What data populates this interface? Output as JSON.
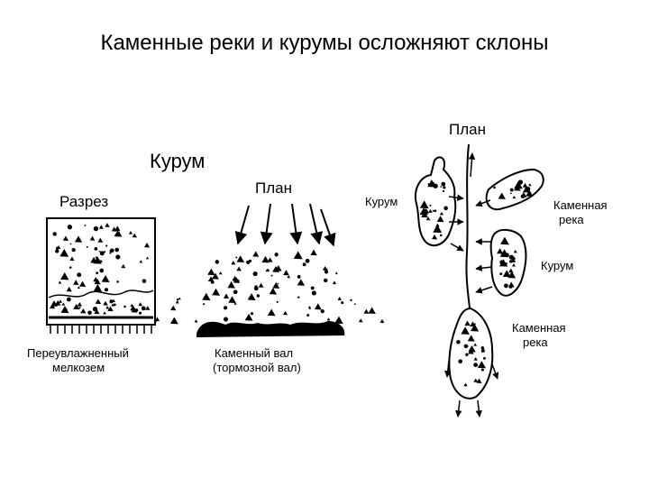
{
  "title": "Каменные реки и курумы осложняют склоны",
  "left": {
    "heading": "Курум",
    "section_label": "Разрез",
    "plan_label": "План",
    "caption_section_1": "Переувлажненный",
    "caption_section_2": "мелкозем",
    "caption_plan_1": "Каменный вал",
    "caption_plan_2": "(тормозной вал)"
  },
  "right": {
    "plan_label": "План",
    "kurum_left": "Курум",
    "river_upper_1": "Каменная",
    "river_upper_2": "река",
    "kurum_right": "Курум",
    "river_lower_1": "Каменная",
    "river_lower_2": "река"
  }
}
